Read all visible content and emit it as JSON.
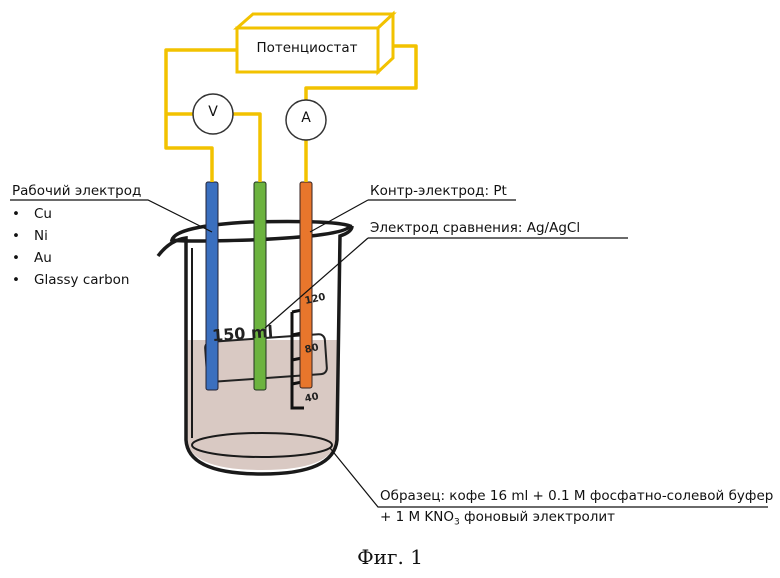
{
  "potentiostat": {
    "label": "Потенциостат"
  },
  "meters": {
    "voltmeter": "V",
    "ammeter": "A"
  },
  "working_electrode": {
    "title": "Рабочий электрод",
    "bullet": "•",
    "materials": [
      "Cu",
      "Ni",
      "Au",
      "Glassy carbon"
    ]
  },
  "counter_electrode": {
    "label": "Контр-электрод: Pt"
  },
  "reference_electrode": {
    "label": "Электрод сравнения: Ag/AgCl"
  },
  "beaker": {
    "volume_label": "150 ml",
    "scale_ticks": [
      "120",
      "80",
      "40"
    ]
  },
  "sample": {
    "line1": "Образец: кофе 16 ml + 0.1 M фосфатно-солевой буфер",
    "line2_prefix": "+ 1 M KNO",
    "line2_sub": "3",
    "line2_suffix": " фоновый электролит"
  },
  "figure_caption": "Фиг. 1",
  "colors": {
    "wire": "#f2c200",
    "working": "#3a6fbf",
    "reference": "#6cb33f",
    "counter": "#e8762c",
    "solution": "#d9c9c3"
  }
}
